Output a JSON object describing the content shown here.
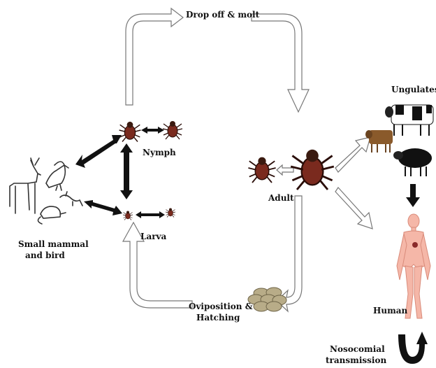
{
  "labels": {
    "drop_off": "Drop off & molt",
    "nymph": "Nymph",
    "larva": "Larva",
    "adult": "Adult",
    "small_mammal_1": "Small mammal",
    "small_mammal_2": "and bird",
    "ungulates": "Ungulates",
    "human": "Human",
    "oviposition_1": "Oviposition &",
    "oviposition_2": "Hatching",
    "nosocomial_1": "Nosocomial",
    "nosocomial_2": "transmission"
  },
  "colors": {
    "tick_body": "#7a2a1e",
    "tick_head": "#3a1a10",
    "arrow_outline": "#777777",
    "arrow_fill": "#ffffff",
    "solid_arrow": "#111111",
    "human_skin": "#f5b7a8",
    "egg": "#b8ac88",
    "cow_brown": "#8a5a2b"
  }
}
